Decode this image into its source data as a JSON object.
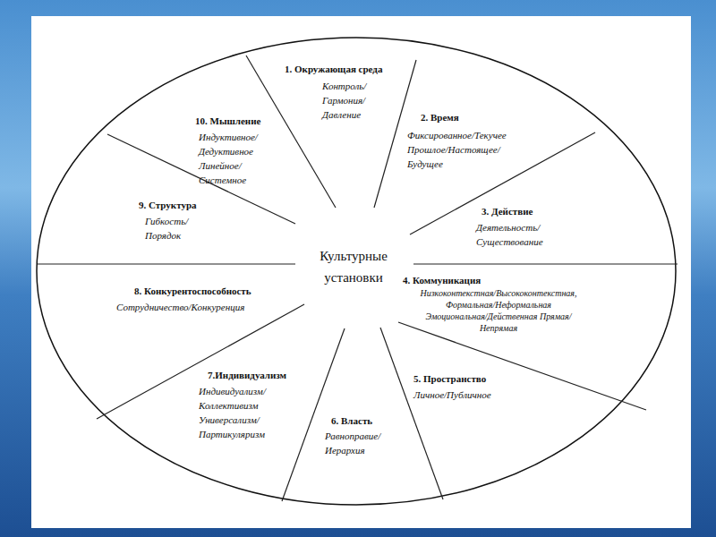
{
  "diagram": {
    "nodes": [
      {
        "text": [
          "Культурные установки"
        ]
      },
      {
        "text": [
          "1. Окружающая среда",
          "Контроль/ Гармония/ Давление"
        ],
        "in": 0
      },
      {
        "text": [
          "2. Время",
          "Фиксированное/Текучее Прошлое/Настоящее/ Будущее"
        ],
        "in": 0
      },
      {
        "text": [
          "3. Действие",
          "Деятельность/ Существование"
        ],
        "in": 0
      },
      {
        "text": [
          "4. Коммуникация",
          "Низкоконтекстная/Высококонтекстная, Формальная/Неформальная Эмоциональная/Действенная Прямая/Непрямая"
        ],
        "in": 0
      },
      {
        "text": [
          "5. Пространство",
          "Личное/Публичное"
        ],
        "in": 0
      },
      {
        "text": [
          "6. Власть",
          "Равноправие/ Иерархия"
        ],
        "in": 0
      },
      {
        "text": [
          "7.Индивидуализм",
          "Индивидуализм/ Коллективизм Универсализм/ Партикуляризм"
        ],
        "in": 0
      },
      {
        "text": [
          "8. Конкурентоспособность",
          "Сотрудничество/Конкуренция"
        ],
        "in": 0
      },
      {
        "text": [
          "9. Структура",
          "Гибкость/ Порядок"
        ],
        "in": 0
      },
      {
        "text": [
          "10. Мышление",
          "Индуктивное/ Дедуктивное Линейное/ Системное"
        ],
        "in": 0
      }
    ]
  }
}
